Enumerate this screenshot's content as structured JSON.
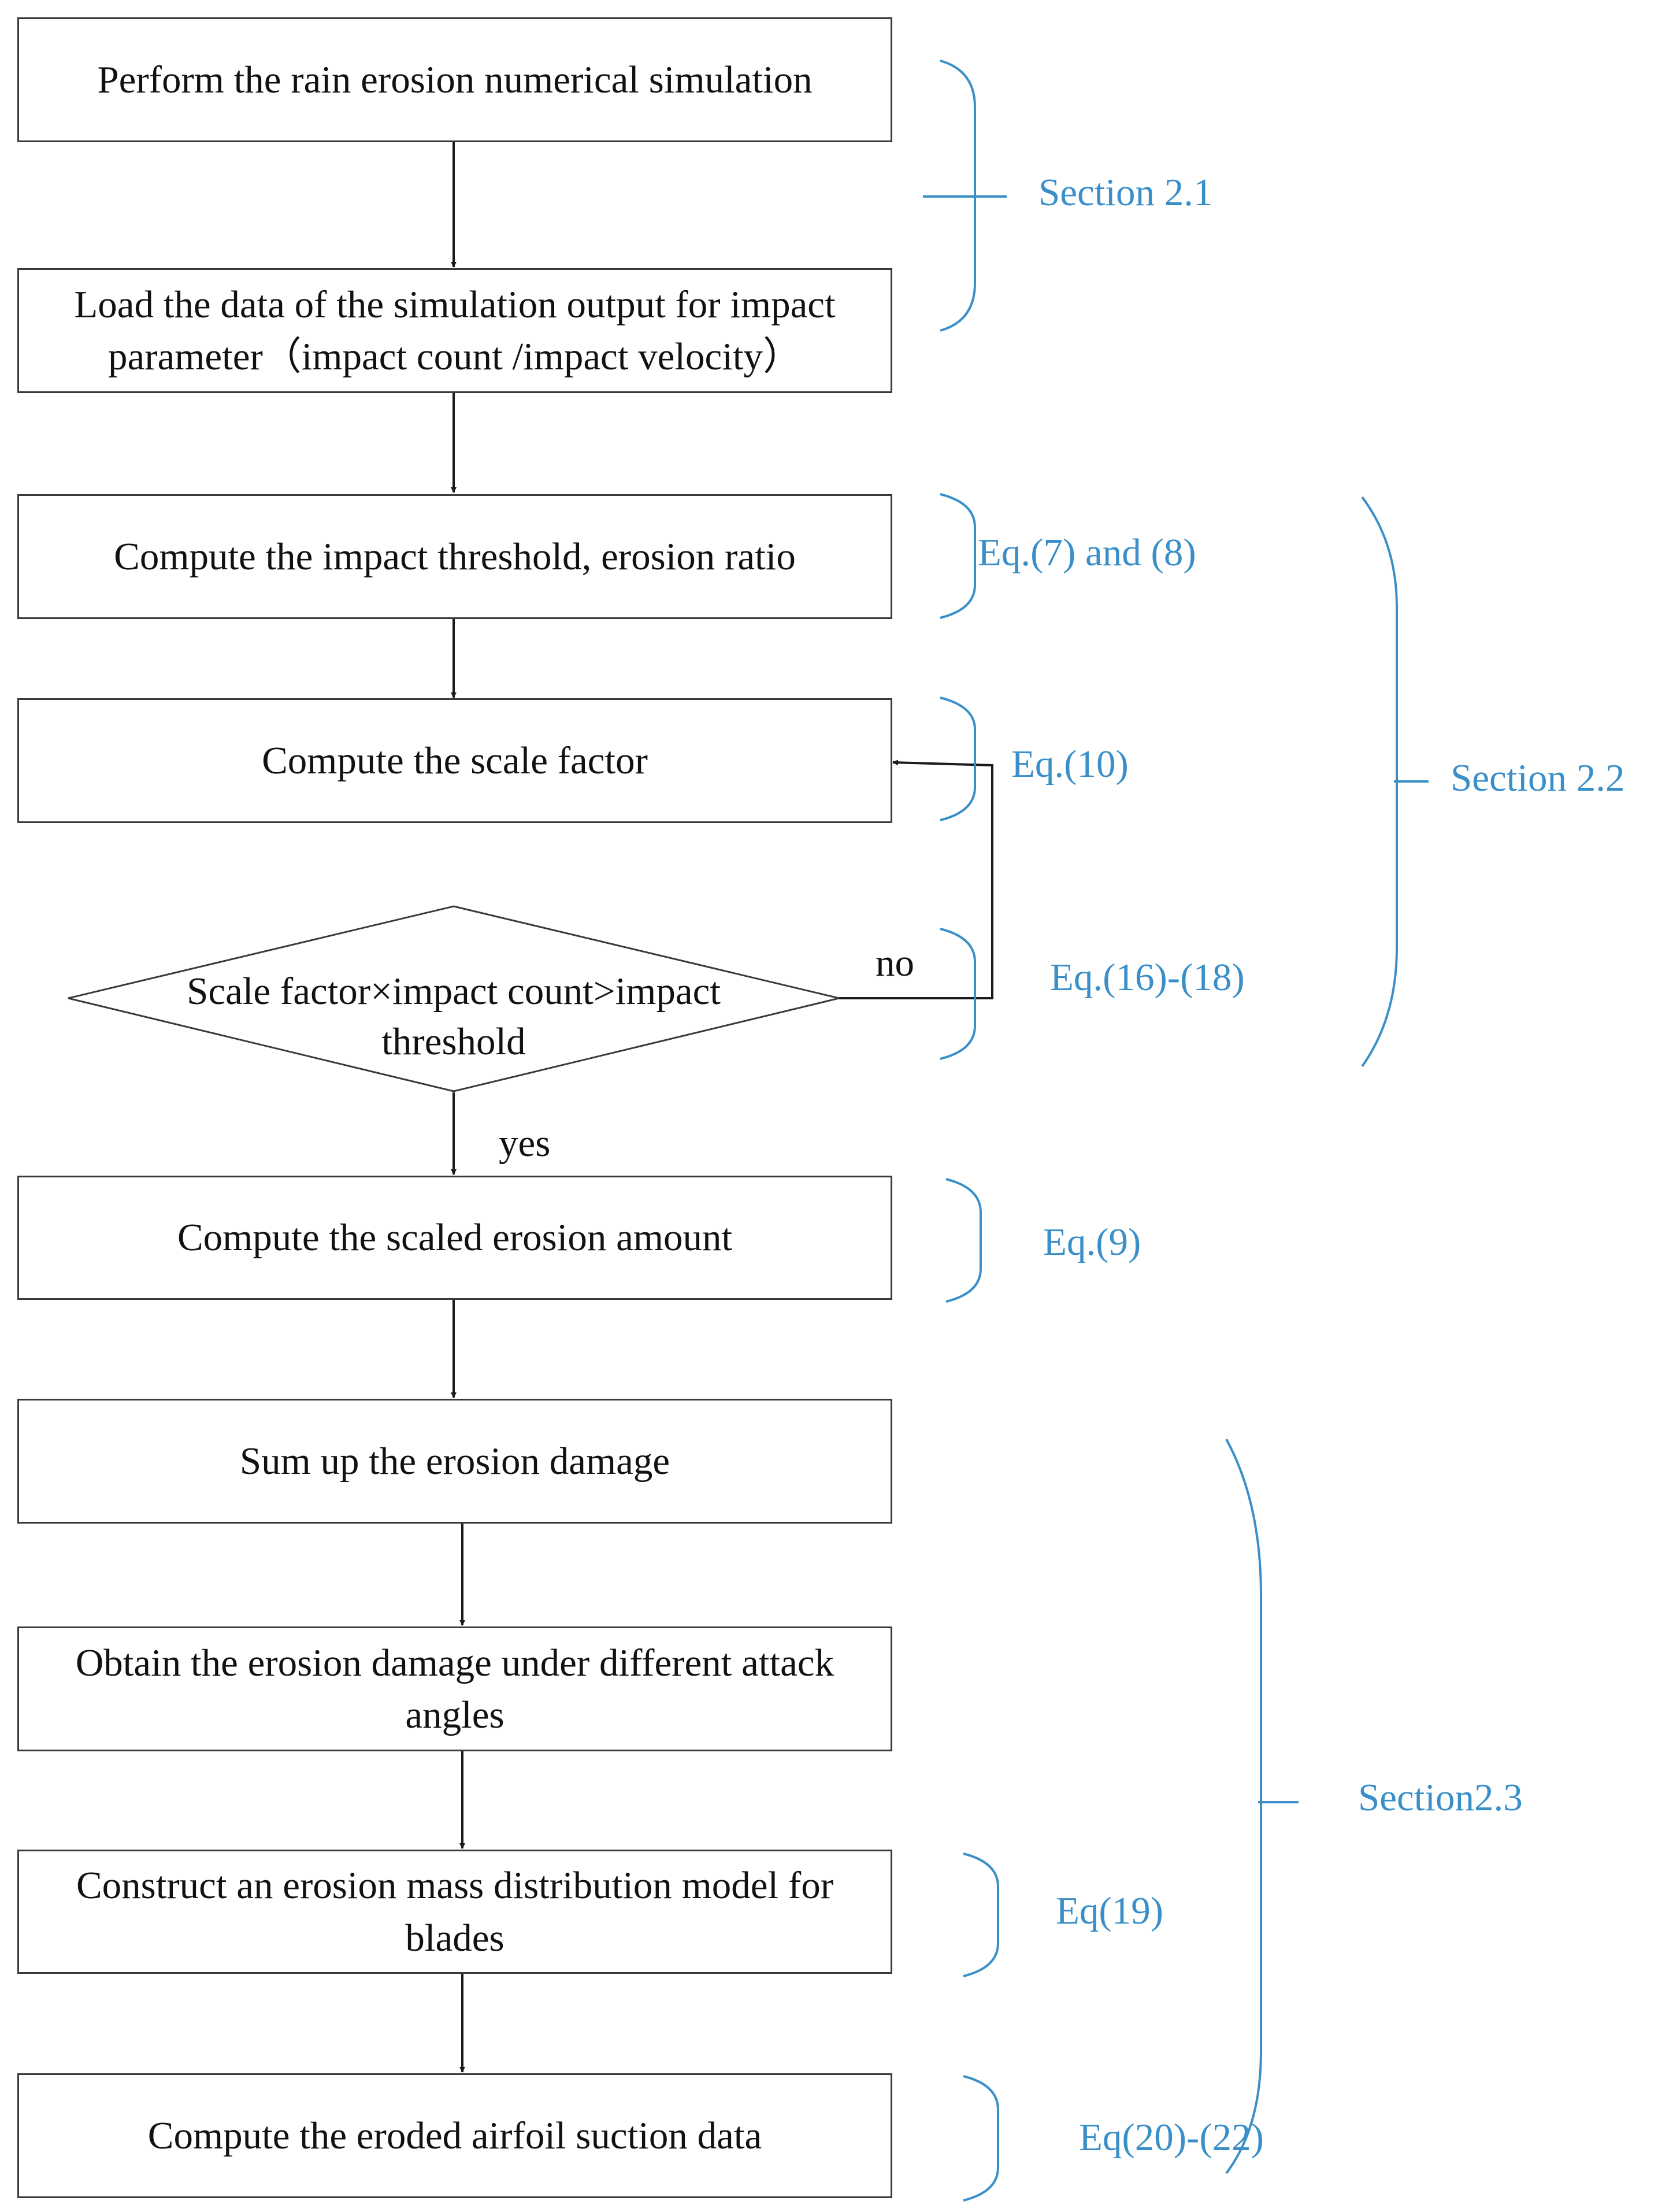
{
  "steps": {
    "simulate": "Perform the rain erosion numerical simulation",
    "load_data": "Load the data of the simulation output for impact parameter（impact count /impact velocity）",
    "threshold_ratio": "Compute the impact threshold, erosion ratio",
    "scale_factor": "Compute the scale factor",
    "decision": "Scale factor×impact count>impact threshold",
    "scaled_amount": "Compute the scaled erosion amount",
    "sum_damage": "Sum up the erosion damage",
    "attack_angles": "Obtain the erosion damage under different attack angles",
    "mass_model": "Construct an erosion mass distribution model for blades",
    "suction_data": "Compute the eroded airfoil suction data"
  },
  "branches": {
    "no": "no",
    "yes": "yes"
  },
  "references": {
    "section_2_1": "Section 2.1",
    "section_2_2": "Section 2.2",
    "section_2_3": "Section2.3",
    "eq_7_8": "Eq.(7) and (8)",
    "eq_10": "Eq.(10)",
    "eq_16_18": "Eq.(16)-(18)",
    "eq_9": "Eq.(9)",
    "eq_19": "Eq(19)",
    "eq_20_22": "Eq(20)-(22)"
  },
  "colors": {
    "box_border": "#3a3a3a",
    "arrow": "#1a1a1a",
    "reference": "#3a8fc9",
    "text": "#111111"
  }
}
